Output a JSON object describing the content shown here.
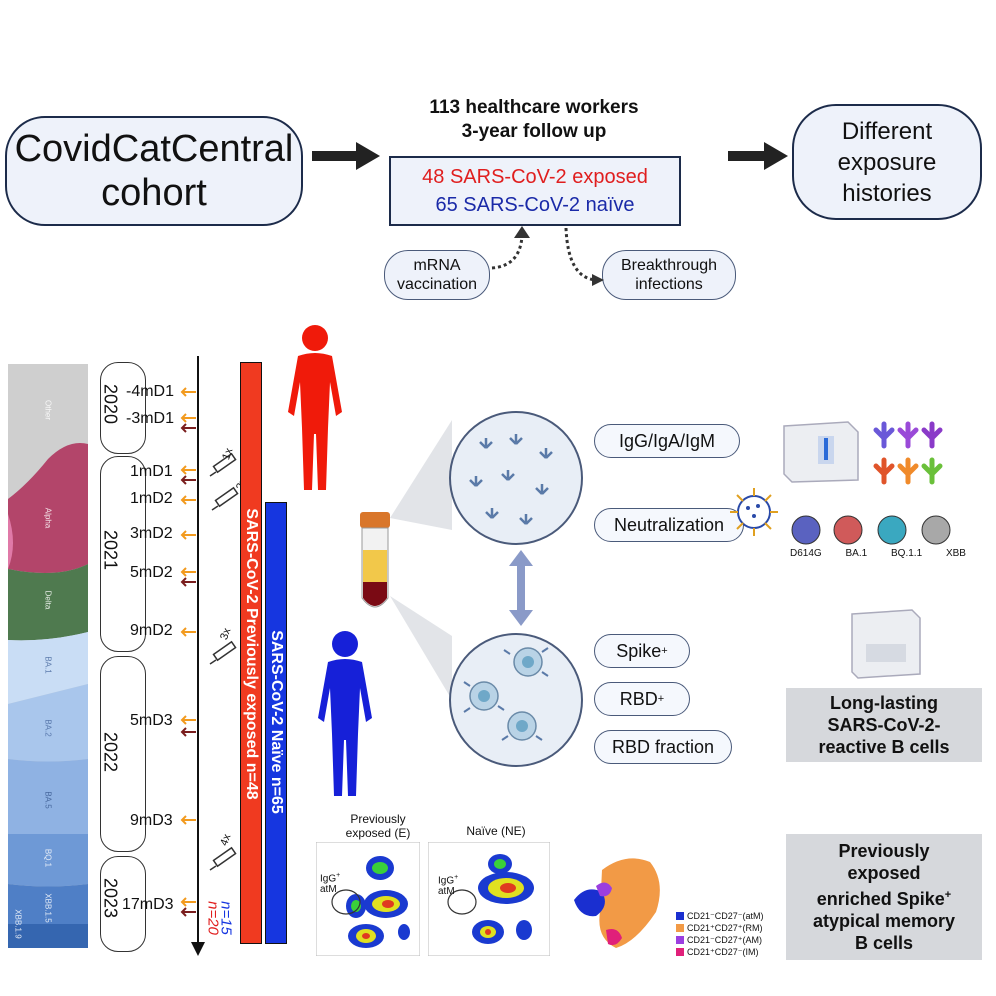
{
  "cohort": {
    "line1": "CovidCatCentral",
    "line2": "cohort"
  },
  "study": {
    "line1": "113 healthcare workers",
    "line2": "3-year follow up"
  },
  "groups": {
    "exposed": "48 SARS-CoV-2 exposed",
    "naive": "65 SARS-CoV-2 naïve"
  },
  "outcome": {
    "line1": "Different",
    "line2": "exposure",
    "line3": "histories"
  },
  "mrna": {
    "line1": "mRNA",
    "line2": "vaccination"
  },
  "breakthrough": {
    "line1": "Breakthrough",
    "line2": "infections"
  },
  "years": [
    "2020",
    "2021",
    "2022",
    "2023"
  ],
  "doses": [
    "-4mD1",
    "-3mD1",
    "1mD1",
    "1mD2",
    "3mD2",
    "5mD2",
    "9mD2",
    "5mD3",
    "9mD3",
    "17mD3"
  ],
  "dose_counts": [
    "1x",
    "2x",
    "3x",
    "4x"
  ],
  "variants_stream": [
    "Other",
    "Alpha",
    "Delta",
    "BA.1",
    "BA.2",
    "BA.5",
    "BQ.1",
    "XBB.1.5",
    "XBB.1.9"
  ],
  "bars": {
    "exposed": "SARS-CoV-2 Previously exposed n=48",
    "naive": "SARS-CoV-2 Naïve n=65"
  },
  "final_n": {
    "naive": "n=15",
    "exposed": "n=20"
  },
  "assays": {
    "ig": "IgG/IgA/IgM",
    "neut": "Neutralization",
    "spike": "Spike",
    "rbd": "RBD",
    "rbd_fraction": "RBD fraction",
    "plus": "+"
  },
  "variants_neut": [
    "D614G",
    "BA.1",
    "BQ.1.1",
    "XBB"
  ],
  "result1": {
    "line1": "Long-lasting",
    "line2": "SARS-CoV-2-",
    "line3": "reactive B cells"
  },
  "result2": {
    "line1": "Previously",
    "line2": "exposed",
    "line3": "enriched Spike",
    "line4": "atypical memory",
    "line5": "B cells"
  },
  "flow": {
    "exposed_title1": "Previously",
    "exposed_title2": "exposed (E)",
    "naive_title": "Naïve (NE)",
    "gate1": "IgG",
    "gate2": "atM"
  },
  "legend": [
    {
      "label": "CD21⁻CD27⁻(atM)",
      "color": "#1a2fd0"
    },
    {
      "label": "CD21⁺CD27⁺(RM)",
      "color": "#f29a46"
    },
    {
      "label": "CD21⁻CD27⁺(AM)",
      "color": "#9b3ee0"
    },
    {
      "label": "CD21⁺CD27⁻(IM)",
      "color": "#e0207a"
    }
  ],
  "colors": {
    "exposed": "#f03a20",
    "naive": "#1636e0",
    "arrow_orange": "#f29a1e",
    "arrow_darkred": "#7a1e1e"
  }
}
